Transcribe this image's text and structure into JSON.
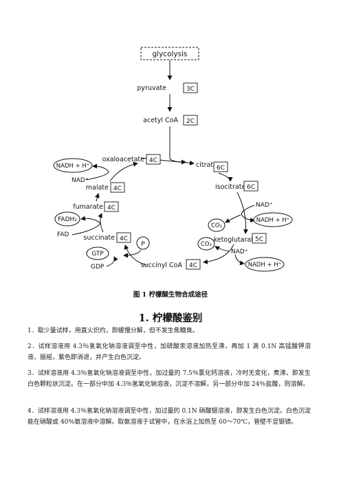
{
  "diagram": {
    "glycolysis": "glycolysis",
    "pyruvate": "pyruvate",
    "pyruvate_tag": "3C",
    "acetyl_coa": "acetyl CoA",
    "acetyl_tag": "2C",
    "oxaloacetate": "oxaloacetate",
    "oxaloacetate_tag": "4C",
    "citrate": "citrate",
    "citrate_tag": "6C",
    "isocitrate": "isocitrate",
    "isocitrate_tag": "6C",
    "ketoglutarate": "α-ketoglutarate",
    "ketoglutarate_tag": "5C",
    "succinyl_coa": "succinyl CoA",
    "succinyl_tag": "4C",
    "succinate": "succinate",
    "succinate_tag": "4C",
    "fumarate": "fumarate",
    "fumarate_tag": "4C",
    "malate": "malate",
    "malate_tag": "4C",
    "nadh_left": "NADH + H⁺",
    "nad_left": "NAD⁺",
    "fadh2": "FADH₂",
    "fad": "FAD",
    "gtp": "GTP",
    "gdp": "GDP",
    "p": "P",
    "nad_right1": "NAD⁺",
    "nadh_right1": "NADH + H⁺",
    "co2_1": "CO₂",
    "co2_2": "CO₂",
    "nad_right2": "NAD⁺",
    "nadh_right2": "NADH + H⁺"
  },
  "caption": "图 1  柠檬酸生物合成途径",
  "section_title": "1. 柠檬酸鉴别",
  "paragraphs": [
    "1．取少量试样，用直火炽灼，即缓慢分解，但不发生焦糖臭。",
    "2．试样溶液用 4.3％氢氧化钠溶液调至中性，加硫酸汞溶液加热至沸，再加 1 滴 0.1N 高锰酸钾溶液，振摇，紫色即消退，并产生白色沉淀。",
    "3．试样溶液用 4.3％氢氧化钠溶液调至中性，加过量的 7.5％氯化钙溶液，冷时无变化，煮沸，即发生白色颗粒状沉淀。在一部分中加 4.3％氢氧化钠溶液，沉淀不溶解，另一部分中加 24％盐酸，则溶解。",
    "4．试样溶液用 4.3％氢氧化钠溶液调至中性，加过量的 0.1N 硝酸银溶液，即发生白色沉淀。白色沉淀能在硝酸或 40％氨溶液中溶解。取氨溶液于试管中，在水浴上加热至 60～70℃，管壁不显银镜。"
  ]
}
